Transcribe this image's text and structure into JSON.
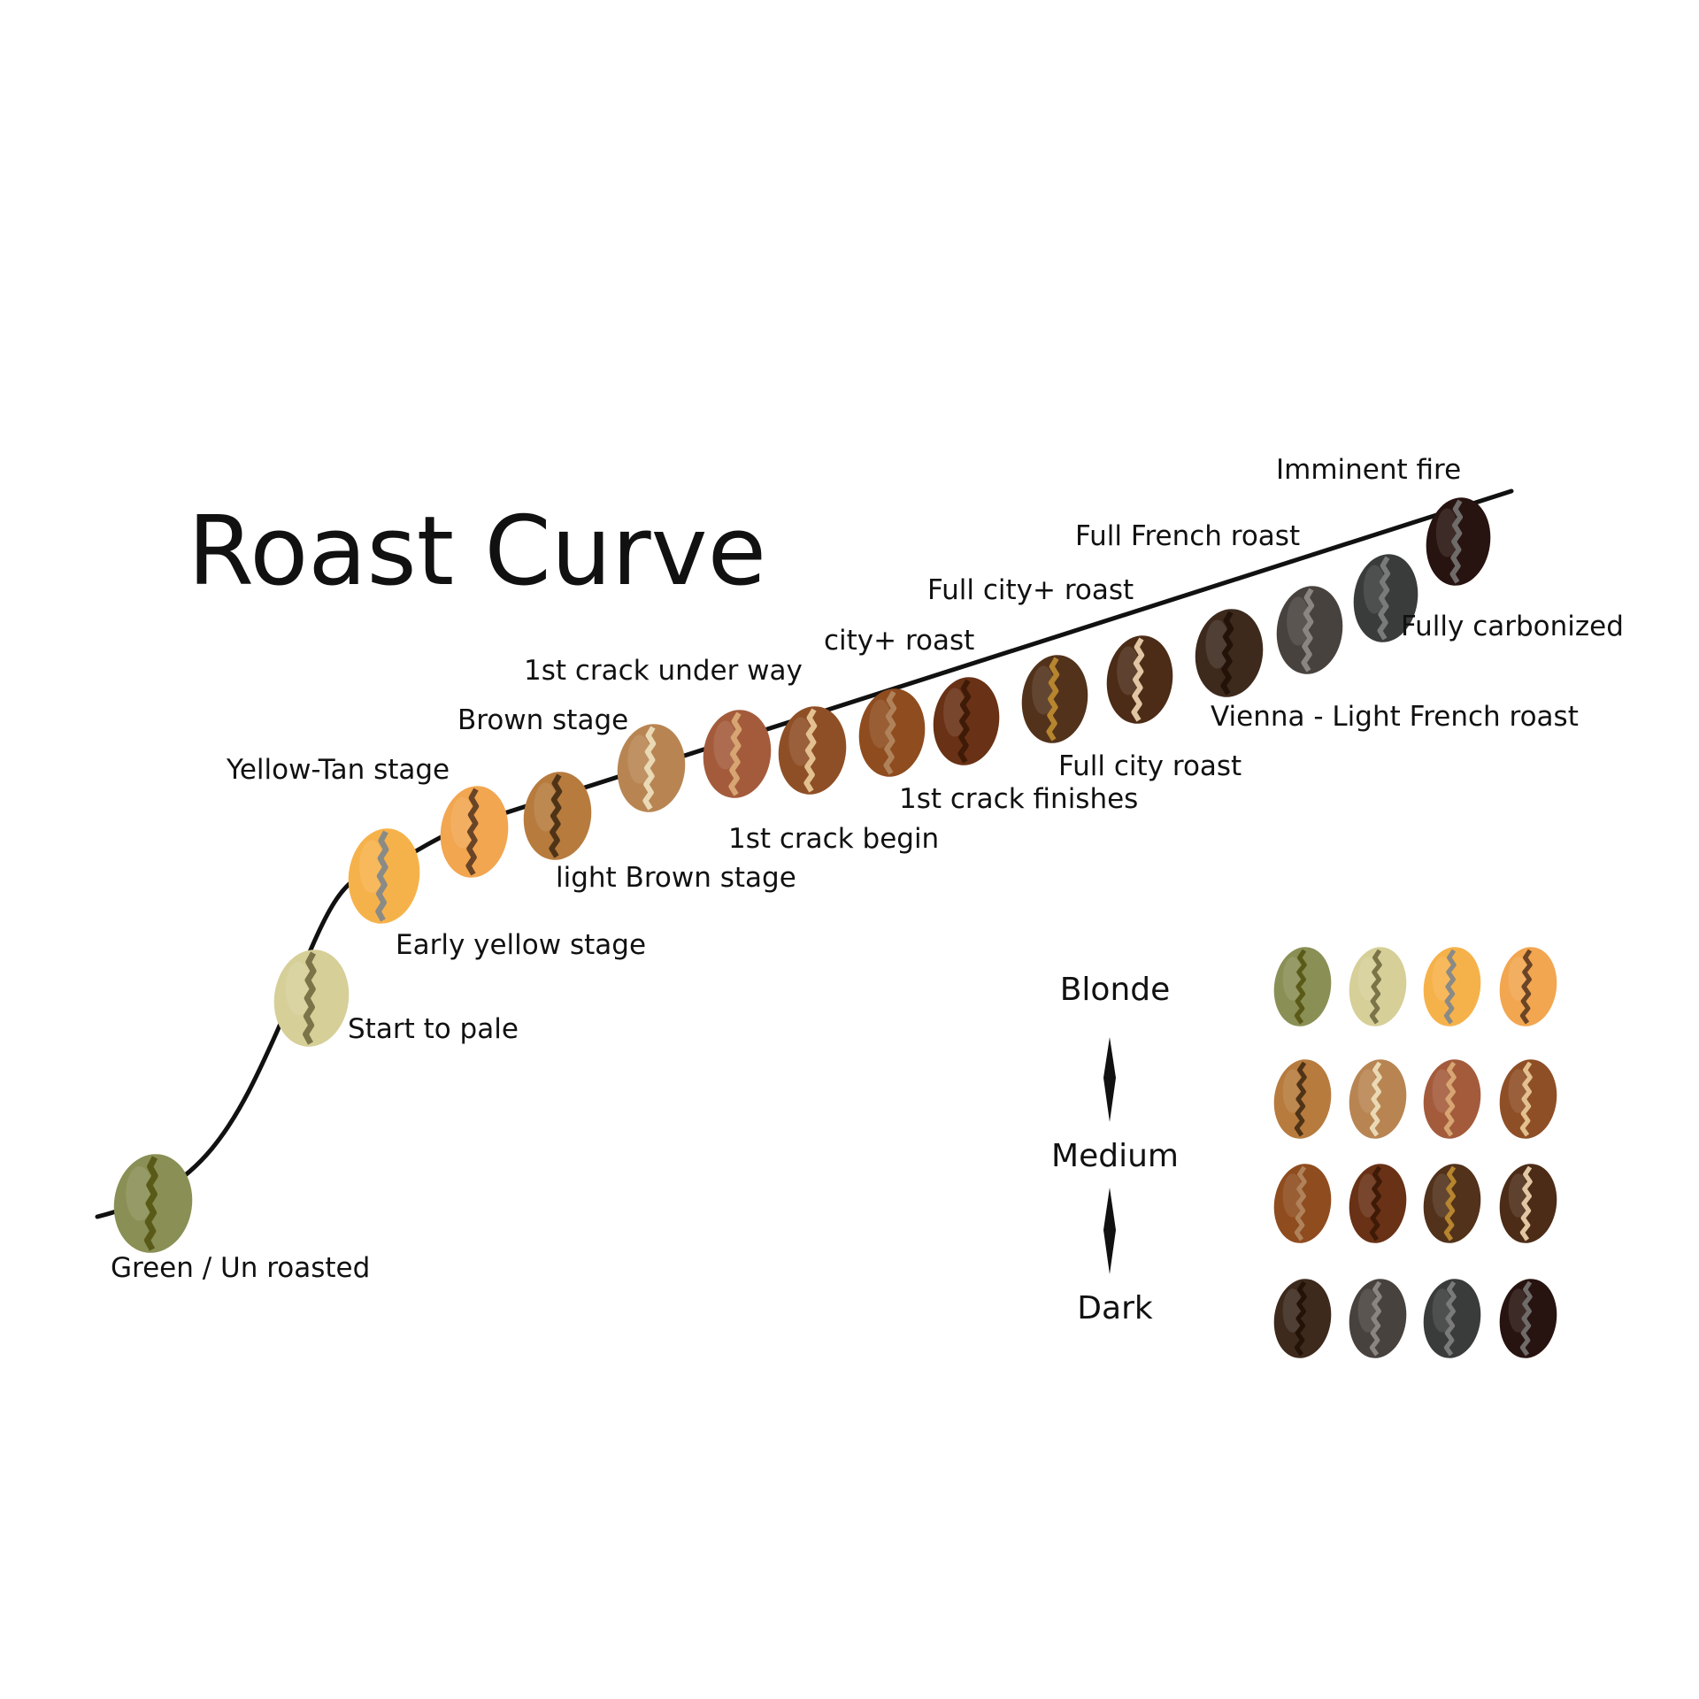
{
  "title": "Roast Curve",
  "stages": [
    {
      "label": "Green / Un roasted",
      "color": "#8a8f55",
      "crease": "#5a5a18"
    },
    {
      "label": "Start to pale",
      "color": "#d6cf98",
      "crease": "#7a7448"
    },
    {
      "label": "Early yellow stage",
      "color": "#f6b24a",
      "crease": "#8a8a86"
    },
    {
      "label": "Yellow-Tan stage",
      "color": "#f2a650",
      "crease": "#6a4426"
    },
    {
      "label": "light Brown stage",
      "color": "#b77b3e",
      "crease": "#4e3317"
    },
    {
      "label": "Brown stage",
      "color": "#b88552",
      "crease": "#ead9b5"
    },
    {
      "label": "1st crack begin",
      "color": "#a45b3c",
      "crease": "#d7a572"
    },
    {
      "label": "1st crack under way",
      "color": "#8f4f26",
      "crease": "#e3c090"
    },
    {
      "label": "city+ roast",
      "color": "#8f4c1f",
      "crease": "#b0825a"
    },
    {
      "label": "1st crack finishes",
      "color": "#693115",
      "crease": "#3e1a07"
    },
    {
      "label": "Full city roast",
      "color": "#52321b",
      "crease": "#b6852e"
    },
    {
      "label": "Full city+ roast",
      "color": "#4c2c17",
      "crease": "#e1c6a3"
    },
    {
      "label": "Vienna - Light French roast",
      "color": "#3d2a1d",
      "crease": "#221208"
    },
    {
      "label": "Full French roast",
      "color": "#48423e",
      "crease": "#8a8580"
    },
    {
      "label": "Fully carbonized",
      "color": "#3a3b3b",
      "crease": "#7a7a7a"
    },
    {
      "label": "Imminent fire",
      "color": "#271310",
      "crease": "#6f6b68"
    }
  ],
  "legend": {
    "levels": [
      "Blonde",
      "Medium",
      "Dark"
    ],
    "grid": [
      [
        "#8a8f55",
        "#d6cf98",
        "#f6b24a",
        "#f2a650"
      ],
      [
        "#b77b3e",
        "#b88552",
        "#a45b3c",
        "#8f4f26"
      ],
      [
        "#8f4c1f",
        "#693115",
        "#52321b",
        "#4c2c17"
      ],
      [
        "#3d2a1d",
        "#48423e",
        "#3a3b3b",
        "#271310"
      ]
    ],
    "creases": [
      [
        "#5a5a18",
        "#7a7448",
        "#8a8a86",
        "#6a4426"
      ],
      [
        "#4e3317",
        "#ead9b5",
        "#d7a572",
        "#e3c090"
      ],
      [
        "#b0825a",
        "#3e1a07",
        "#b6852e",
        "#e1c6a3"
      ],
      [
        "#221208",
        "#8a8580",
        "#7a7a7a",
        "#6f6b68"
      ]
    ]
  },
  "icons": [
    "coffee-bean-icon",
    "double-arrow-icon"
  ]
}
